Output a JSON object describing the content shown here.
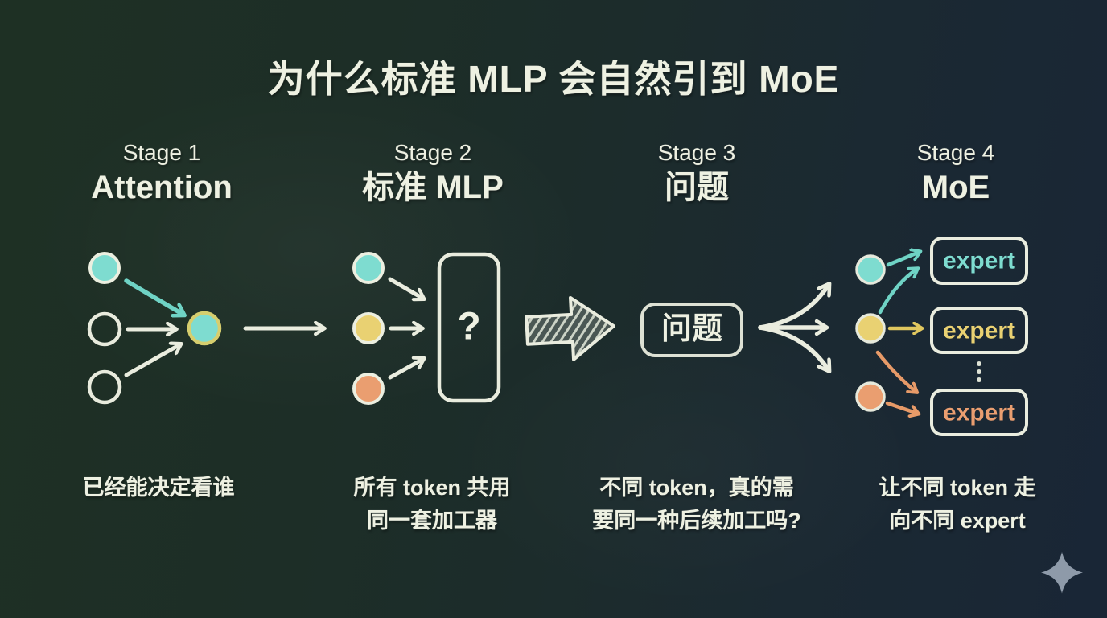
{
  "title": "为什么标准 MLP 会自然引到 MoE",
  "stages": [
    {
      "label": "Stage 1",
      "name": "Attention",
      "caption_lines": [
        "已经能决定看谁"
      ]
    },
    {
      "label": "Stage 2",
      "name": "标准 MLP",
      "caption_lines": [
        "所有 token 共用",
        "同一套加工器"
      ]
    },
    {
      "label": "Stage 3",
      "name": "问题",
      "caption_lines": [
        "不同 token，真的需",
        "要同一种后续加工吗?"
      ]
    },
    {
      "label": "Stage 4",
      "name": "MoE",
      "caption_lines": [
        "让不同 token 走",
        "向不同 expert"
      ]
    }
  ],
  "diagram": {
    "mlp_box_symbol": "?",
    "problem_box_label": "问题",
    "experts": [
      "expert",
      "expert",
      "expert"
    ],
    "ellipsis_dots": "⋮"
  },
  "colors": {
    "background_left_green": "#1e3024",
    "background_right_navy": "#192636",
    "chalk_white": "#eef1e2",
    "token_teal": "#7edcd0",
    "token_yellow": "#e9d172",
    "token_orange": "#ea9e70",
    "highlight_ring_yellow": "#d6ce6e",
    "sparkle_gray": "#8e9aa9"
  },
  "icons": {
    "sparkle": "four-pointed-star"
  }
}
